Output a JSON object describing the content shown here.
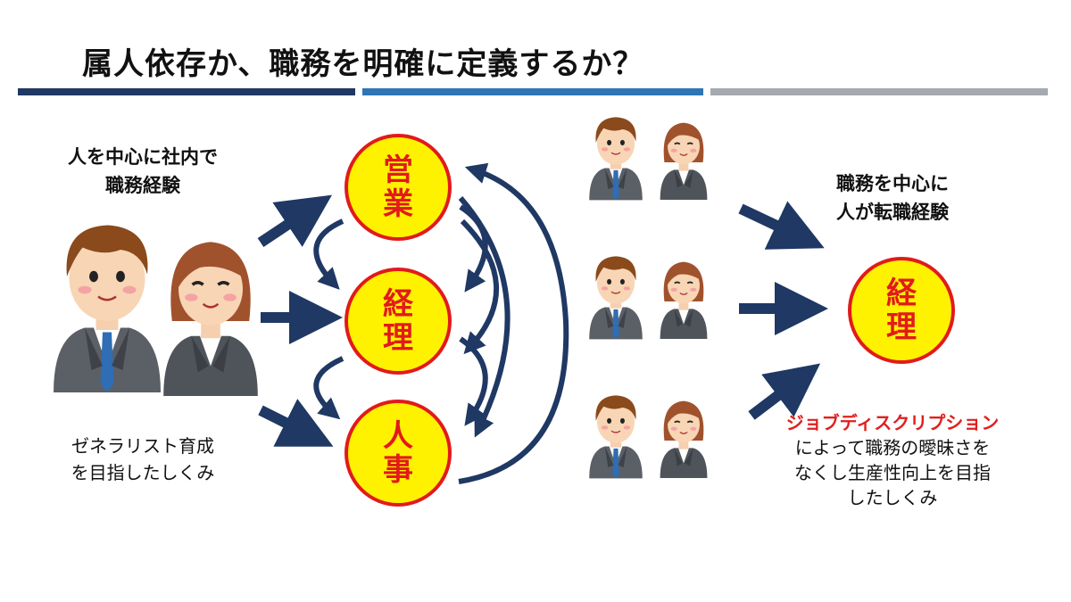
{
  "title": "属人依存か、職務を明確に定義するか？",
  "colors": {
    "rule_navy": "#203864",
    "rule_blue": "#2e75b6",
    "rule_gray": "#a6a9ad",
    "circle_fill": "#fff200",
    "circle_border": "#e21a1a",
    "arrow": "#1f3864",
    "highlight_red": "#e0201e"
  },
  "left": {
    "heading_line1": "人を中心に社内で",
    "heading_line2": "職務経験",
    "footer_line1": "ゼネラリスト育成",
    "footer_line2": "を目指したしくみ"
  },
  "departments": [
    {
      "line1": "営",
      "line2": "業"
    },
    {
      "line1": "経",
      "line2": "理"
    },
    {
      "line1": "人",
      "line2": "事"
    }
  ],
  "right": {
    "heading_line1": "職務を中心に",
    "heading_line2": "人が転職経験",
    "target": {
      "line1": "経",
      "line2": "理"
    },
    "jd_title": "ジョブディスクリプション",
    "jd_line1_rest": "によって職務の曖昧さを",
    "jd_line2": "なくし生産性向上を目指",
    "jd_line3": "したしくみ"
  },
  "icons": {
    "people": "businessman-and-businesswoman-icon",
    "arrows": "flow-arrow-icon"
  }
}
